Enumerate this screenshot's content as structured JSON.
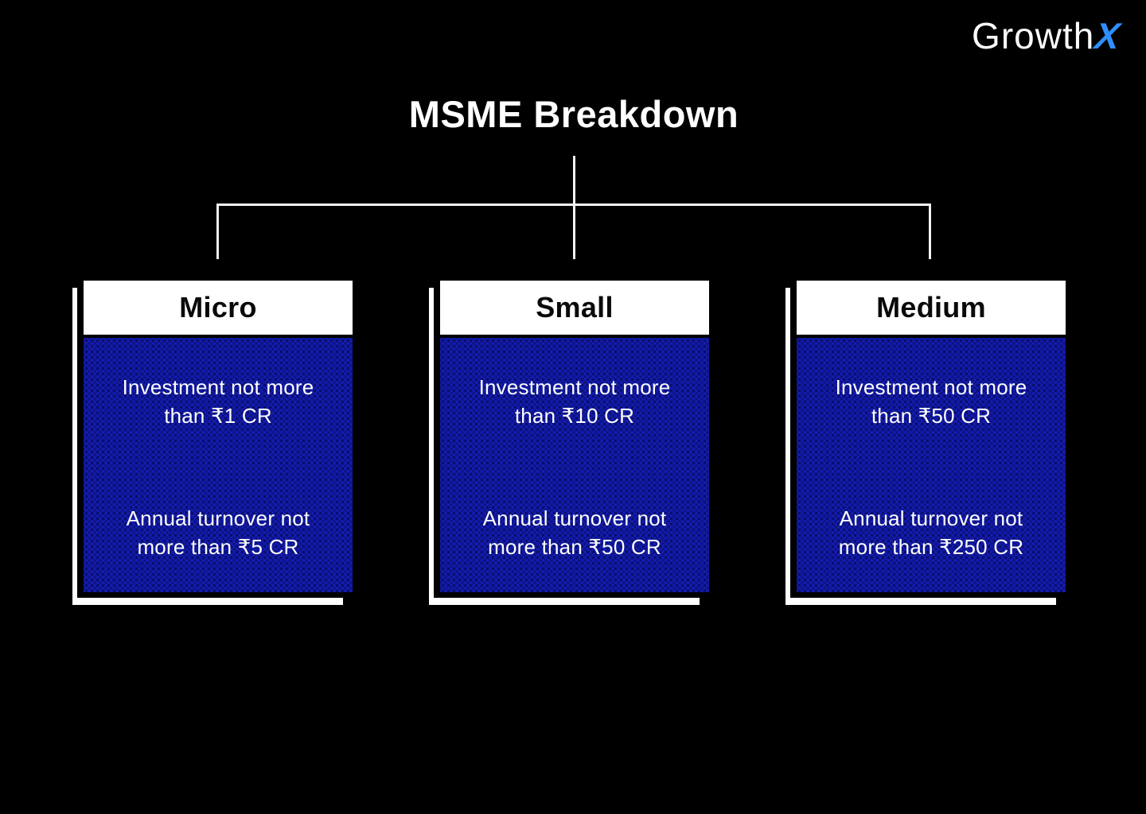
{
  "logo": {
    "brand": "Growth",
    "brand_x": "X"
  },
  "title": "MSME Breakdown",
  "cards": [
    {
      "name": "Micro",
      "investment_l1": "Investment not more",
      "investment_l2": "than ₹1 CR",
      "turnover_l1": "Annual turnover not",
      "turnover_l2": "more than ₹5 CR"
    },
    {
      "name": "Small",
      "investment_l1": "Investment not more",
      "investment_l2": "than ₹10 CR",
      "turnover_l1": "Annual turnover not",
      "turnover_l2": "more than ₹50 CR"
    },
    {
      "name": "Medium",
      "investment_l1": "Investment not more",
      "investment_l2": "than ₹50 CR",
      "turnover_l1": "Annual turnover not",
      "turnover_l2": "more than ₹250 CR"
    }
  ],
  "colors": {
    "background": "#000000",
    "card_body_blue": "#141CB0",
    "logo_x_blue": "#2F8FFF",
    "connector_white": "#F2F2F2",
    "header_bg": "#FFFFFF",
    "header_text": "#0A0A0A",
    "body_text": "#FFFFFF"
  }
}
